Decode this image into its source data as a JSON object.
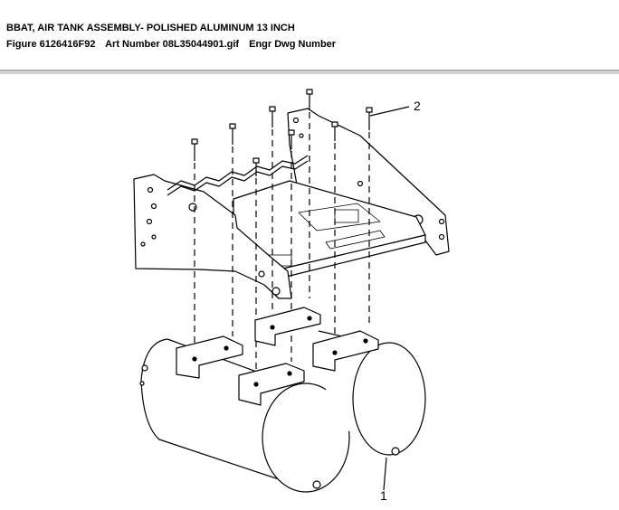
{
  "header": {
    "title": "BBAT, AIR TANK ASSEMBLY- POLISHED ALUMINUM 13 INCH",
    "figure": "Figure 6126416F92",
    "art_number": "Art Number 08L35044901.gif",
    "engr_dwg": "Engr Dwg Number"
  },
  "callouts": {
    "tank": "1",
    "bolt": "2"
  }
}
